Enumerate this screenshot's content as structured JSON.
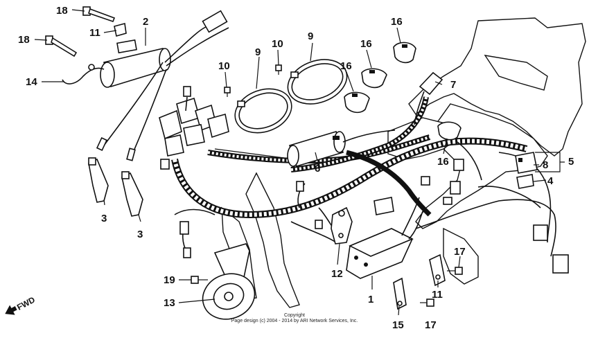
{
  "callouts": {
    "c18a": "18",
    "c18b": "18",
    "c11a": "11",
    "c2": "2",
    "c14": "14",
    "c10a": "10",
    "c10b": "10",
    "c9a": "9",
    "c9b": "9",
    "c16a": "16",
    "c16b": "16",
    "c16c": "16",
    "c16d": "16",
    "c7": "7",
    "c6": "6",
    "c8": "8",
    "c5": "5",
    "c4": "4",
    "c3a": "3",
    "c3b": "3",
    "c12": "12",
    "c17a": "17",
    "c17b": "17",
    "c11b": "11",
    "c19": "19",
    "c13": "13",
    "c1": "1",
    "c15": "15"
  },
  "fwd_label": "FWD",
  "copyright": {
    "line1": "Copyright",
    "line2": "Page design (c) 2004 - 2014 by ARI Network Services, Inc."
  }
}
